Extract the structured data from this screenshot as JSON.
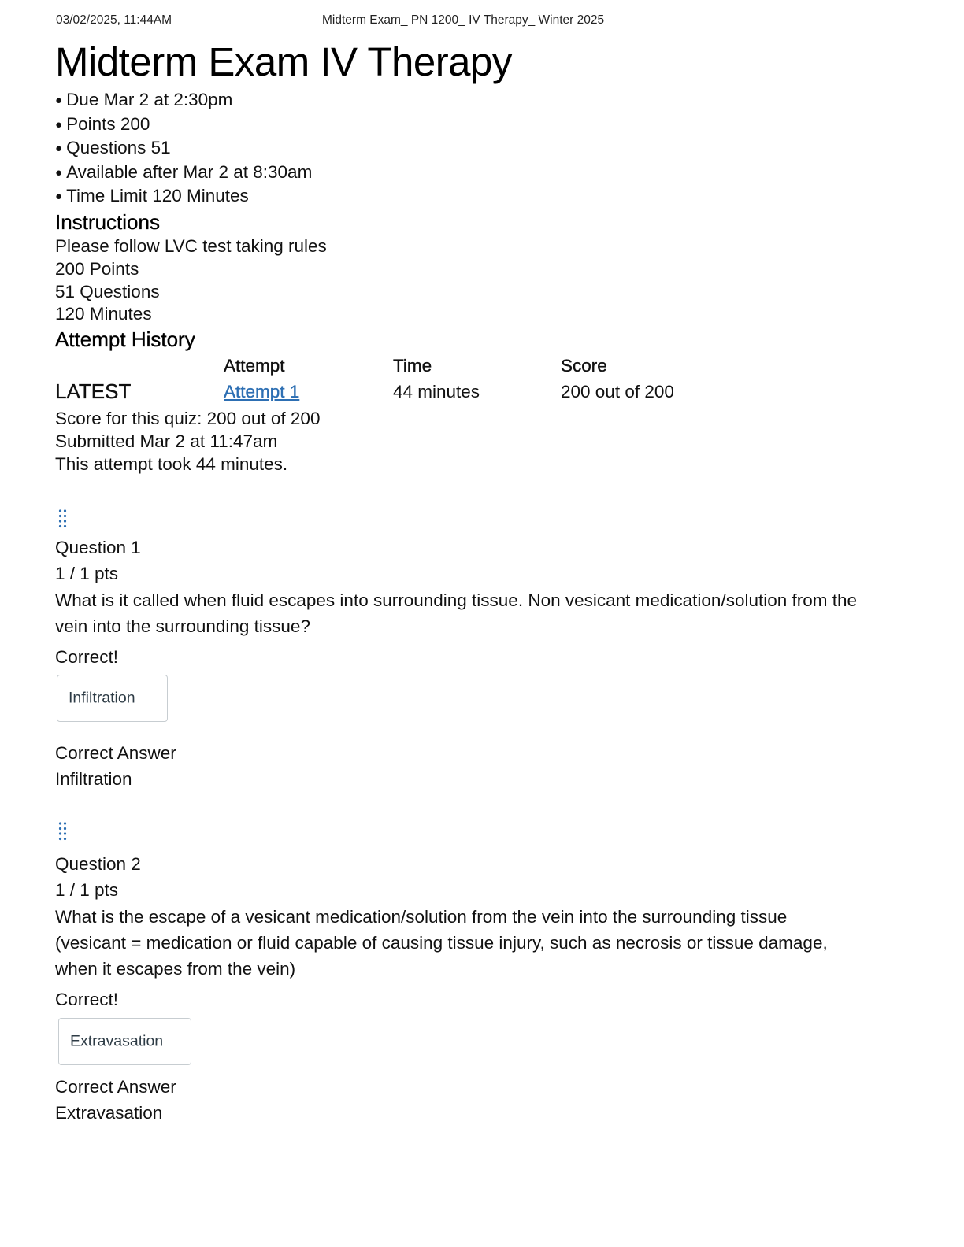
{
  "print_header": {
    "datetime": "03/02/2025, 11:44AM",
    "document_title": "Midterm Exam_ PN 1200_ IV Therapy_ Winter 2025"
  },
  "exam": {
    "title": "Midterm Exam IV Therapy",
    "details": [
      "Due Mar 2 at 2:30pm",
      "Points 200",
      "Questions 51",
      "Available after Mar 2 at 8:30am",
      "Time Limit 120 Minutes"
    ]
  },
  "instructions": {
    "heading": "Instructions",
    "lines": [
      "Please follow LVC test taking rules",
      "200 Points",
      "51 Questions",
      "120 Minutes"
    ]
  },
  "attempt_history": {
    "heading": "Attempt History",
    "columns": [
      "Attempt",
      "Time",
      "Score"
    ],
    "rows": [
      {
        "label": "LATEST",
        "attempt": "Attempt 1",
        "time": "44 minutes",
        "score": "200 out of 200"
      }
    ],
    "summary": [
      "Score for this quiz: 200 out of 200",
      "Submitted Mar 2 at 11:47am",
      "This attempt took 44 minutes."
    ]
  },
  "questions": [
    {
      "title": "Question 1",
      "points": "1 / 1 pts",
      "text": "What is it called when fluid escapes into surrounding tissue. Non vesicant medication/solution from the vein into the surrounding tissue?",
      "result": "Correct!",
      "selected_answer": "Infiltration",
      "correct_label": "Correct Answer",
      "correct_answer": "Infiltration"
    },
    {
      "title": "Question 2",
      "points": "1 / 1 pts",
      "text": "What is the escape of a vesicant medication/solution from the vein into the surrounding tissue (vesicant = medication or fluid capable of causing tissue injury, such as necrosis or tissue damage, when it escapes from the vein)",
      "result": "Correct!",
      "selected_answer": "Extravasation",
      "correct_label": "Correct Answer",
      "correct_answer": "Extravasation"
    }
  ],
  "colors": {
    "link": "#2d6fb3",
    "drag_icon": "#2d6fb3",
    "answer_border": "#c7cdd1",
    "answer_text": "#2d3b45"
  },
  "icons": {
    "question_drag": "drag-handle-icon"
  }
}
